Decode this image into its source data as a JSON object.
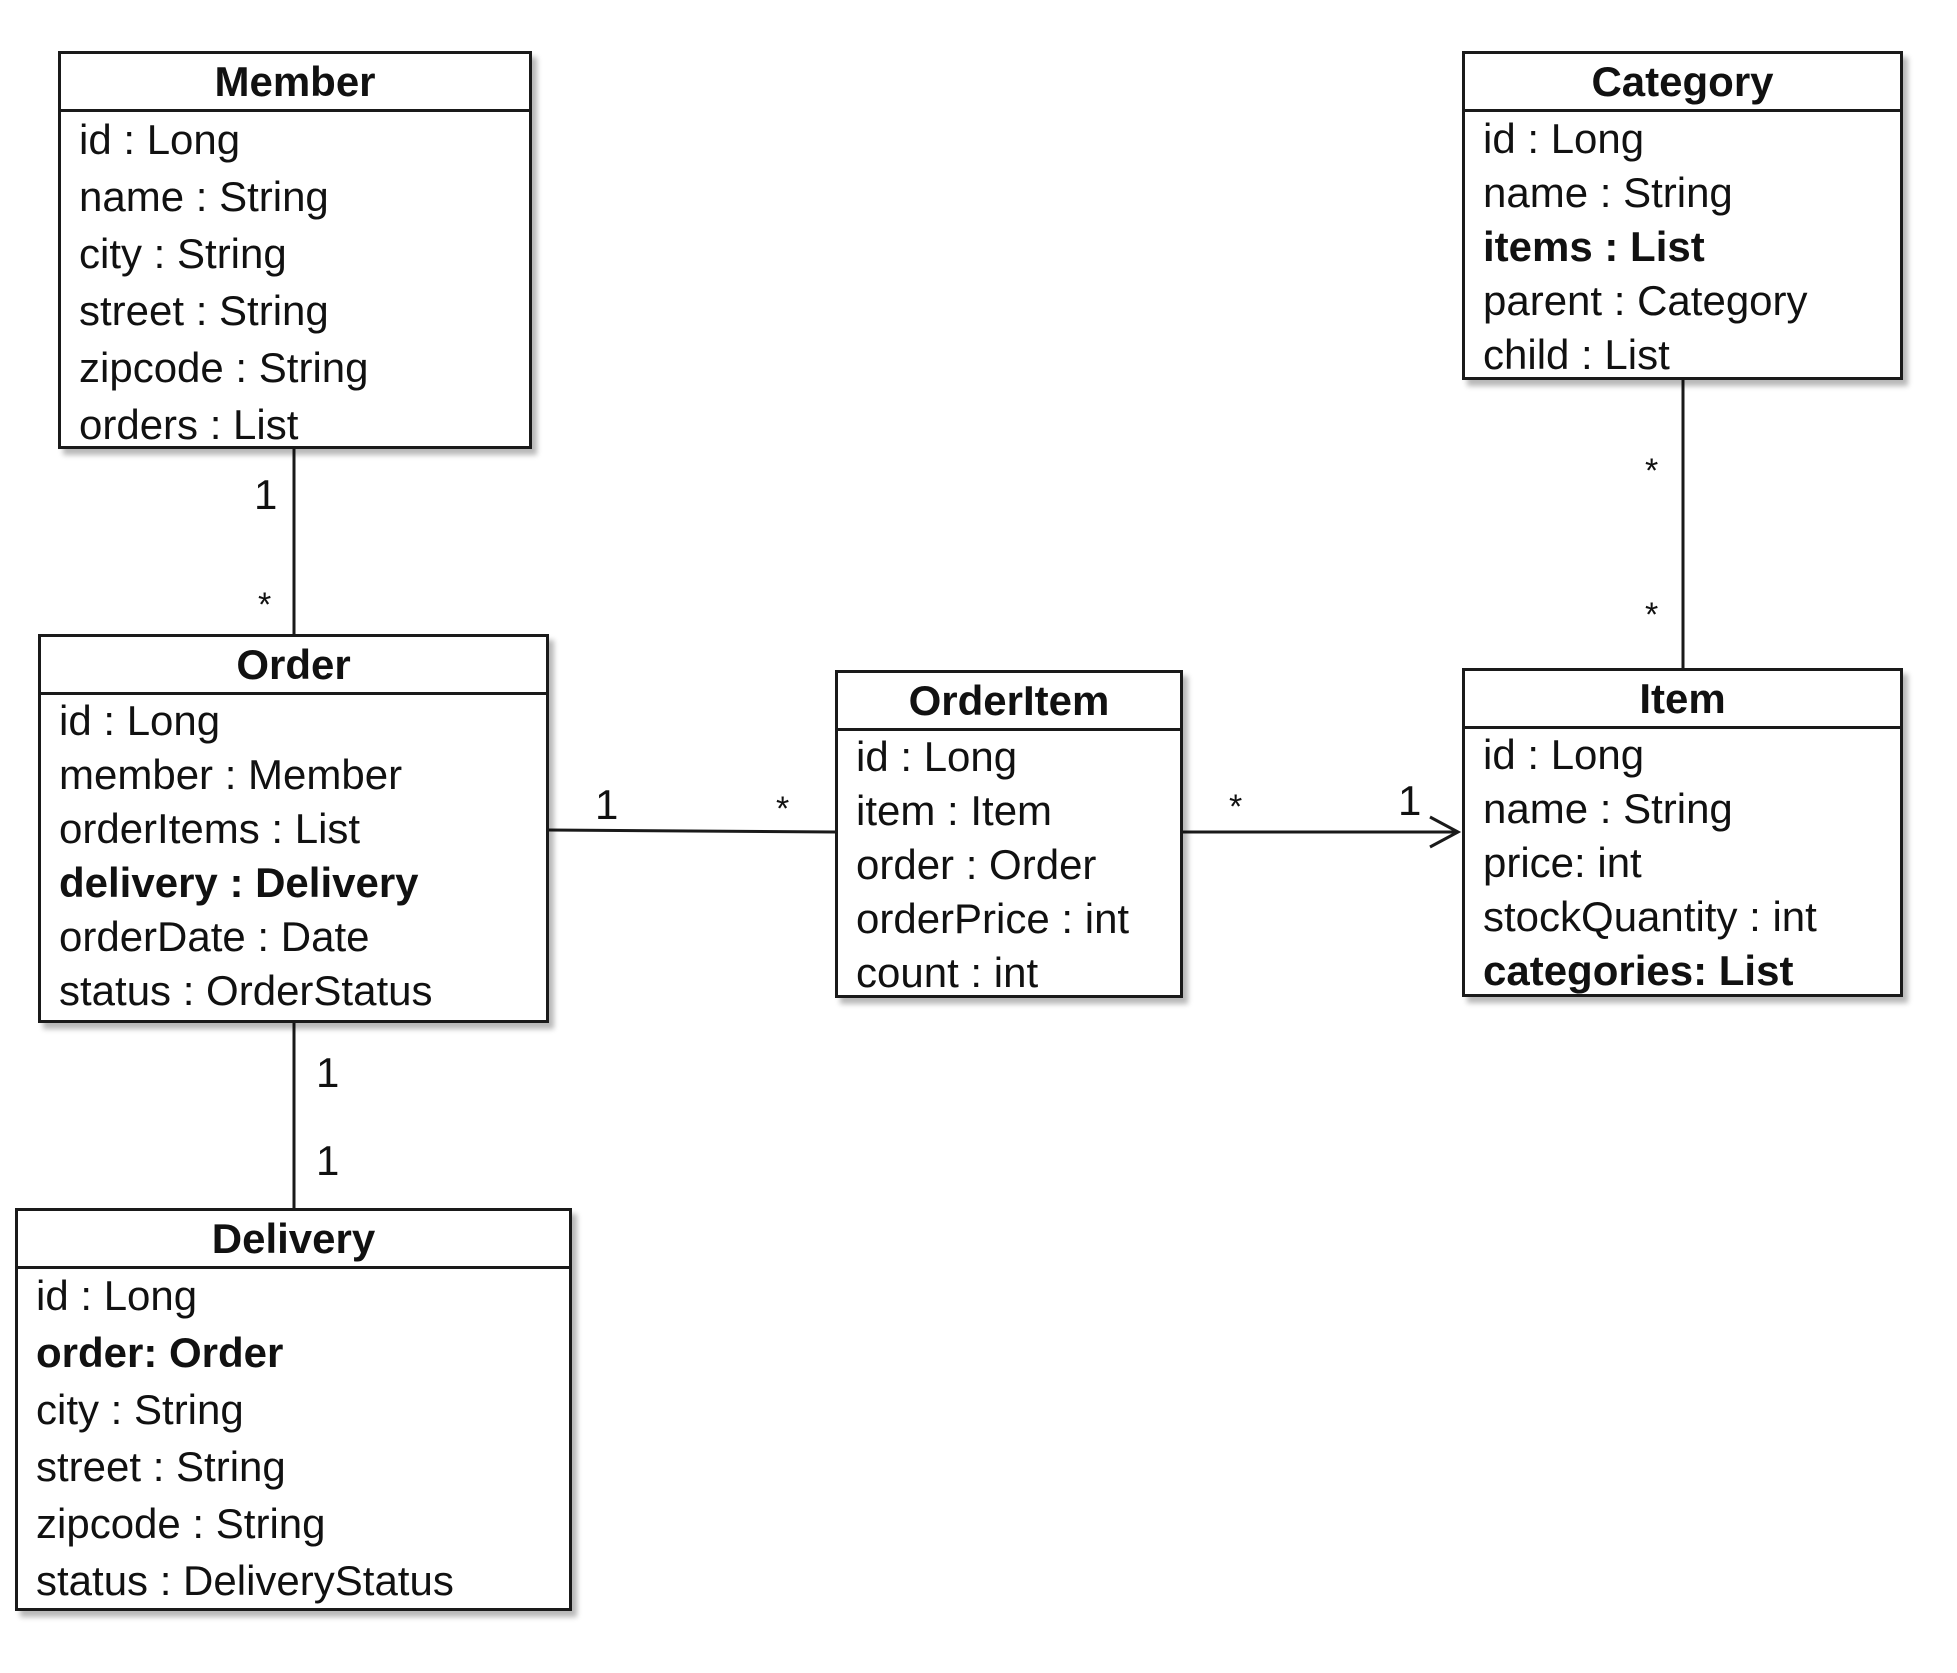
{
  "member": {
    "title": "Member",
    "attrs": [
      "id : Long",
      "name : String",
      "city : String",
      "street : String",
      "zipcode : String",
      "orders : List"
    ]
  },
  "category": {
    "title": "Category",
    "attrs": [
      "id : Long",
      "name : String",
      "items : List",
      "parent : Category",
      "child : List"
    ]
  },
  "order": {
    "title": "Order",
    "attrs": [
      "id : Long",
      "member : Member",
      "orderItems : List",
      "delivery : Delivery",
      "orderDate : Date",
      "status : OrderStatus"
    ]
  },
  "order_item": {
    "title": "OrderItem",
    "attrs": [
      "id : Long",
      "item : Item",
      "order : Order",
      "orderPrice : int",
      "count : int"
    ]
  },
  "item": {
    "title": "Item",
    "attrs": [
      "id : Long",
      "name : String",
      "price: int",
      "stockQuantity : int",
      "categories: List"
    ]
  },
  "delivery": {
    "title": "Delivery",
    "attrs": [
      "id : Long",
      "order: Order",
      "city : String",
      "street : String",
      "zipcode : String",
      "status : DeliveryStatus"
    ]
  },
  "multiplicities": {
    "member_order_member_end": "1",
    "member_order_order_end": "*",
    "order_orderitem_order_end": "1",
    "order_orderitem_orderitem_end": "*",
    "orderitem_item_orderitem_end": "*",
    "orderitem_item_item_end": "1",
    "category_item_category_end": "*",
    "category_item_item_end": "*",
    "order_delivery_order_end": "1",
    "order_delivery_delivery_end": "1"
  },
  "colors": {
    "line": "#1a1a1a",
    "background": "#ffffff"
  }
}
